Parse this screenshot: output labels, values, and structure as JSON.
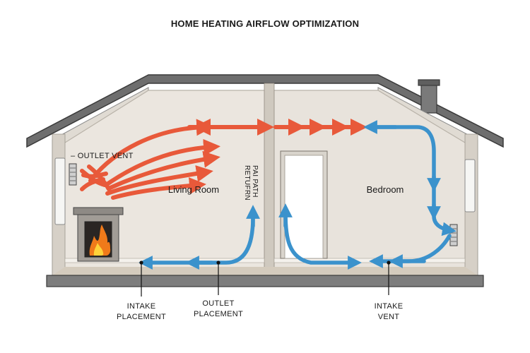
{
  "title": "HOME HEATING AIRFLOW OPTIMIZATION",
  "rooms": {
    "living_room": "Living Room",
    "bedroom": "Bedroom"
  },
  "labels": {
    "outlet_vent": "– OUTLET VENT",
    "return_path_line1": "RETUFRN",
    "return_path_line2": "PAI PATH",
    "intake_placement_line1": "INTAKE",
    "intake_placement_line2": "PLACEMENT",
    "outlet_placement_line1": "OUTLET",
    "outlet_placement_line2": "PLACEMENT",
    "intake_vent_line1": "INTAKE",
    "intake_vent_line2": "VENT"
  },
  "colors": {
    "warm_air": "#e8593a",
    "cool_air": "#3b92cc",
    "wall": "#e8e3dc",
    "roof": "#6f6f6f",
    "fire": "#f07a1a"
  }
}
